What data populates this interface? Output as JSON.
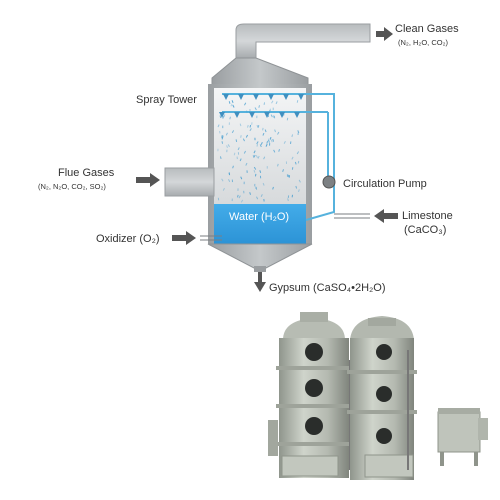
{
  "labels": {
    "clean_gases": "Clean Gases",
    "clean_gases_formula": "(N₂, H₂O, CO₂)",
    "spray_tower": "Spray Tower",
    "flue_gases": "Flue Gases",
    "flue_gases_formula": "(N₂, N₂O, CO₂, SO₂)",
    "circulation_pump": "Circulation Pump",
    "water": "Water (H₂O)",
    "limestone": "Limestone",
    "limestone_formula": "(CaCO₃)",
    "oxidizer": "Oxidizer (O₂)",
    "gypsum": "Gypsum (CaSO₄•2H₂O)"
  },
  "colors": {
    "tower_shell": "#a4a8ab",
    "tower_interior": "#eaeced",
    "water": "#3ea6e6",
    "pipe": "#56b2dd",
    "arrow": "#555555",
    "spray": "#4a9fd0",
    "equipment": "#b9bfb6"
  }
}
